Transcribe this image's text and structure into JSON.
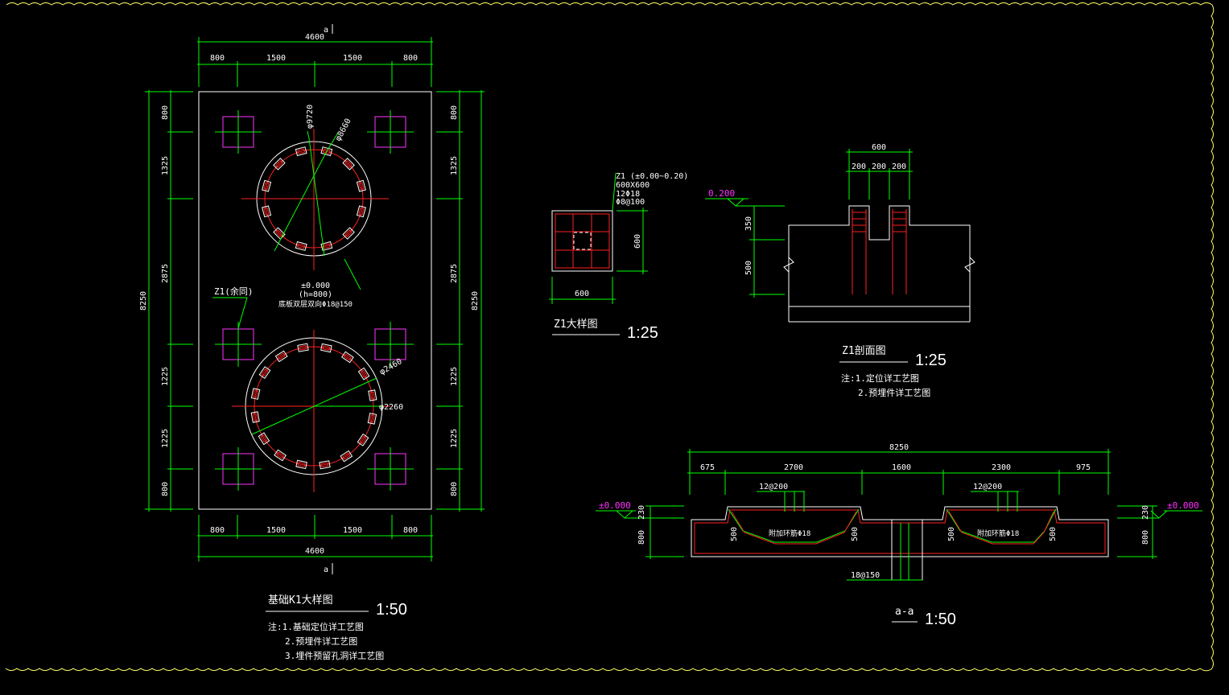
{
  "palette": {
    "background": "#000000",
    "outline": "#ffffff",
    "dimension": "#00ff00",
    "rebar": "#ff2020",
    "column": "#ff33ff",
    "cloud_border": "#ffff66"
  },
  "k1_plan": {
    "section_mark": "a",
    "top_total": "4600",
    "top_segments": [
      "800",
      "1500",
      "1500",
      "800"
    ],
    "bottom_segments": [
      "800",
      "1500",
      "1500",
      "800"
    ],
    "bottom_total": "4600",
    "left_total": "8250",
    "left_segments": [
      "800",
      "1325",
      "2875",
      "1225",
      "1225",
      "800"
    ],
    "right_total": "8250",
    "right_segments": [
      "800",
      "1325",
      "2875",
      "1225",
      "1225",
      "800"
    ],
    "upper_tank_outer": "φ9720",
    "upper_tank_inner": "φ8660",
    "lower_tank_outer": "φ2460",
    "lower_tank_inner": "φ2260",
    "elevation": "±0.000",
    "elevation_h": "(h=800)",
    "rebar_note": "底板双层双向Φ18@150",
    "column_label": "Z1(余同)",
    "title": "基础K1大样图",
    "scale": "1:50",
    "notes": [
      "注:1.基础定位详工艺图",
      "2.预埋件详工艺图",
      "3.埋件预留孔洞详工艺图"
    ]
  },
  "z1_detail": {
    "spec_lines": [
      "Z1 (±0.00~0.20)",
      "600X600",
      "12Φ18",
      "Φ8@100"
    ],
    "width": "600",
    "height": "600",
    "title": "Z1大样图",
    "scale": "1:25"
  },
  "z1_section": {
    "elevation": "0.200",
    "top_total": "600",
    "top_segments": [
      "200",
      "200",
      "200"
    ],
    "heights": [
      "350",
      "500"
    ],
    "title": "Z1剖面图",
    "scale": "1:25",
    "notes": [
      "注:1.定位详工艺图",
      "2.预埋件详工艺图"
    ]
  },
  "section_aa": {
    "total": "8250",
    "segments": [
      "675",
      "2700",
      "1600",
      "2300",
      "975"
    ],
    "rebar_left": "12@200",
    "rebar_right": "12@200",
    "elevation_left": "±0.000",
    "elevation_right": "±0.000",
    "left_dims": [
      "230",
      "800"
    ],
    "right_dims": [
      "230",
      "800"
    ],
    "trough_depths": [
      "500",
      "500",
      "500",
      "500"
    ],
    "trough_rebar_left": "附加环筋Φ18",
    "trough_rebar_right": "附加环筋Φ18",
    "bottom_rebar": "18@150",
    "title": "a-a",
    "scale": "1:50"
  }
}
